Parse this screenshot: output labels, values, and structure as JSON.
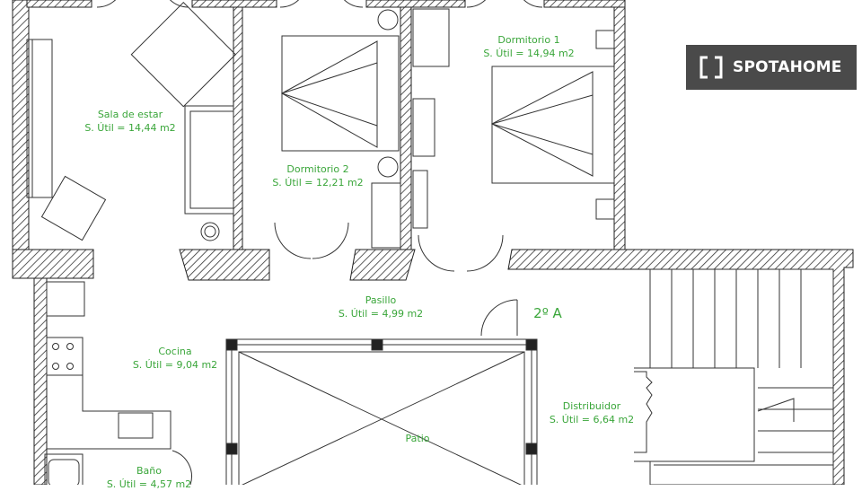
{
  "brand": {
    "name": "SPOTAHOME",
    "logo_icon": "bracket-logo-icon",
    "bg": "#4a4a4a",
    "fg": "#ffffff"
  },
  "flat_id": "2º A",
  "label_color": "#3aa63a",
  "rooms": {
    "sala": {
      "name": "Sala de estar",
      "area": "S. Útil = 14,44 m2"
    },
    "dorm2": {
      "name": "Dormitorio 2",
      "area": "S. Útil = 12,21 m2"
    },
    "dorm1": {
      "name": "Dormitorio 1",
      "area": "S. Útil = 14,94 m2"
    },
    "pasillo": {
      "name": "Pasillo",
      "area": "S. Útil = 4,99 m2"
    },
    "cocina": {
      "name": "Cocina",
      "area": "S. Útil = 9,04 m2"
    },
    "distribuidor": {
      "name": "Distribuidor",
      "area": "S. Útil = 6,64 m2"
    },
    "patio": {
      "name": "Patio"
    },
    "bano": {
      "name": "Baño",
      "area": "S. Útil = 4,57 m2"
    }
  }
}
